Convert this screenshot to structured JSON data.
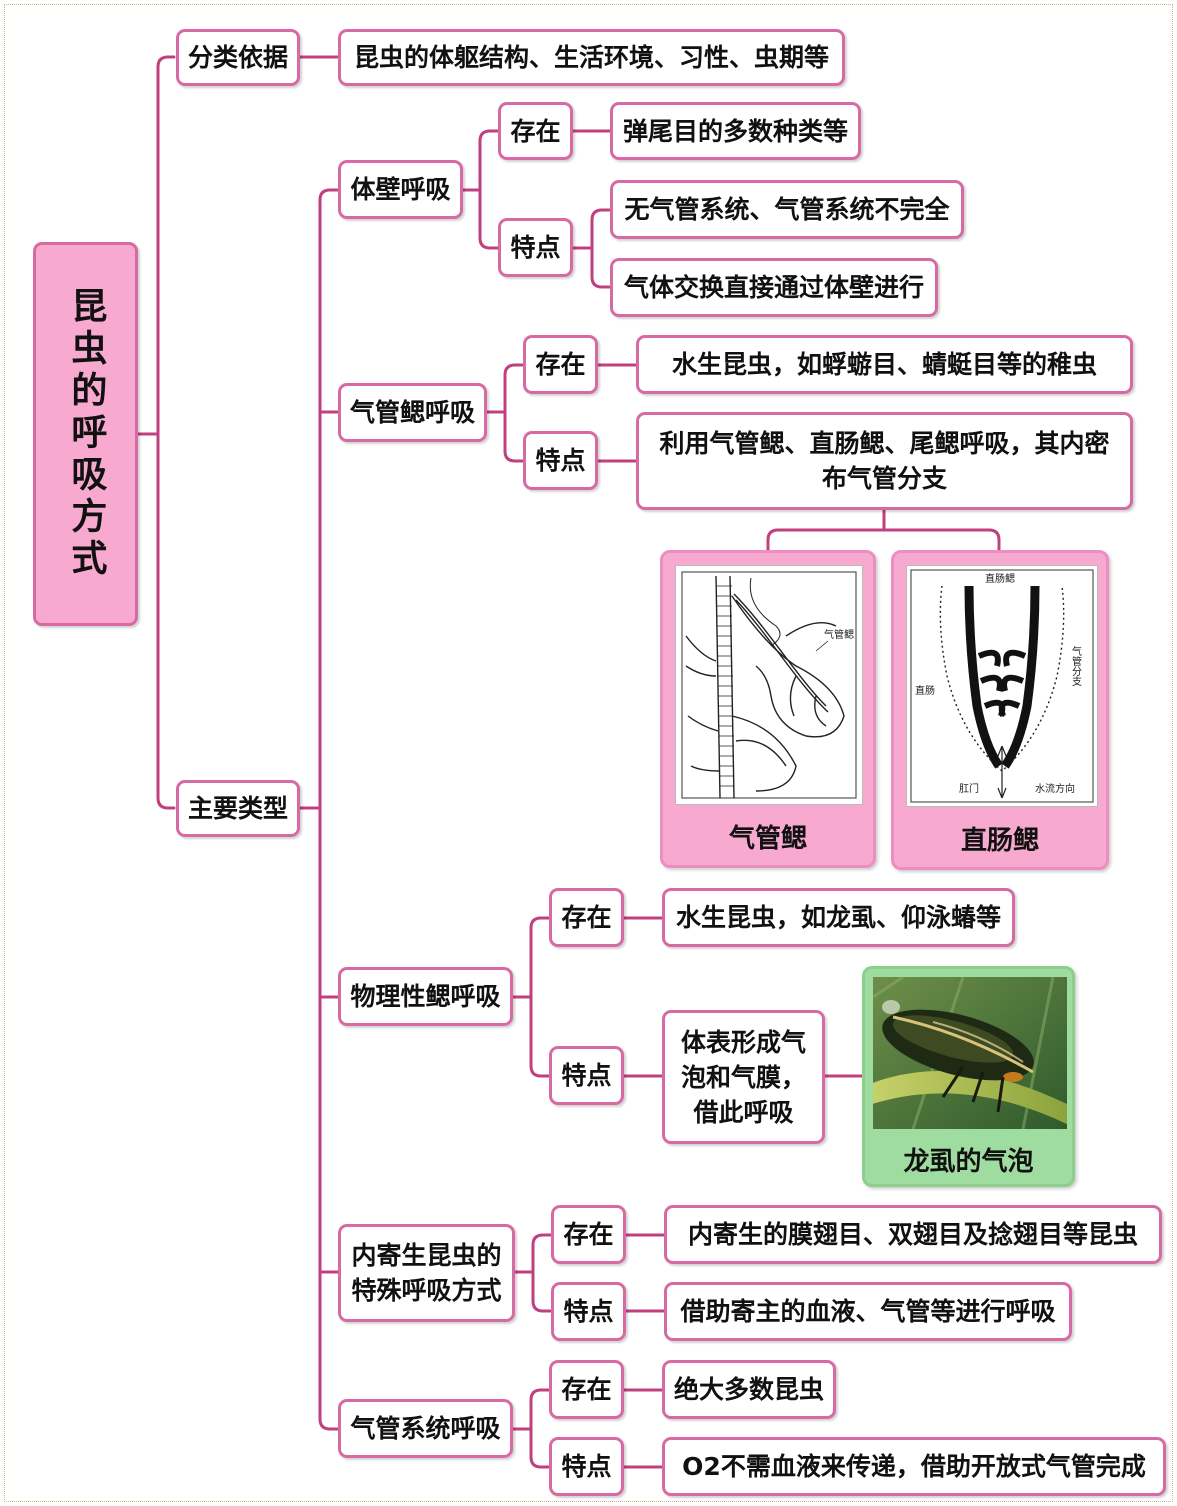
{
  "root": "昆虫的呼吸方式",
  "basis": {
    "label": "分类依据",
    "text": "昆虫的体躯结构、生活环境、习性、虫期等"
  },
  "main_types_label": "主要类型",
  "types": [
    {
      "name": "体壁呼吸",
      "exist_label": "存在",
      "exist": "弹尾目的多数种类等",
      "feature_label": "特点",
      "features": [
        "无气管系统、气管系统不完全",
        "气体交换直接通过体壁进行"
      ]
    },
    {
      "name": "气管鳃呼吸",
      "exist_label": "存在",
      "exist": "水生昆虫，如蜉蝣目、蜻蜓目等的稚虫",
      "feature_label": "特点",
      "features": [
        "利用气管鳃、直肠鳃、尾鳃呼吸，其内密布气管分支"
      ]
    },
    {
      "name": "物理性鳃呼吸",
      "exist_label": "存在",
      "exist": "水生昆虫，如龙虱、仰泳蝽等",
      "feature_label": "特点",
      "features": [
        "体表形成气泡和气膜，借此呼吸"
      ]
    },
    {
      "name": "内寄生昆虫的特殊呼吸方式",
      "exist_label": "存在",
      "exist": "内寄生的膜翅目、双翅目及捻翅目等昆虫",
      "feature_label": "特点",
      "features": [
        "借助寄主的血液、气管等进行呼吸"
      ]
    },
    {
      "name": "气管系统呼吸",
      "exist_label": "存在",
      "exist": "绝大多数昆虫",
      "feature_label": "特点",
      "features": [
        "O2不需血液来传递，借助开放式气管完成"
      ]
    }
  ],
  "images": {
    "tracheal_gill": {
      "caption": "气管鳃",
      "label": "气管鳃"
    },
    "rectal_gill": {
      "caption": "直肠鳃",
      "labels": [
        "直肠鳃",
        "直肠",
        "气管分支",
        "肛门",
        "水流方向"
      ]
    },
    "diving_beetle": {
      "caption": "龙虱的气泡"
    }
  },
  "colors": {
    "line": "#c0407f",
    "node_border": "#d86aa3",
    "root_fill": "#f7a9cf",
    "photo_card": "#9fdc9f"
  }
}
